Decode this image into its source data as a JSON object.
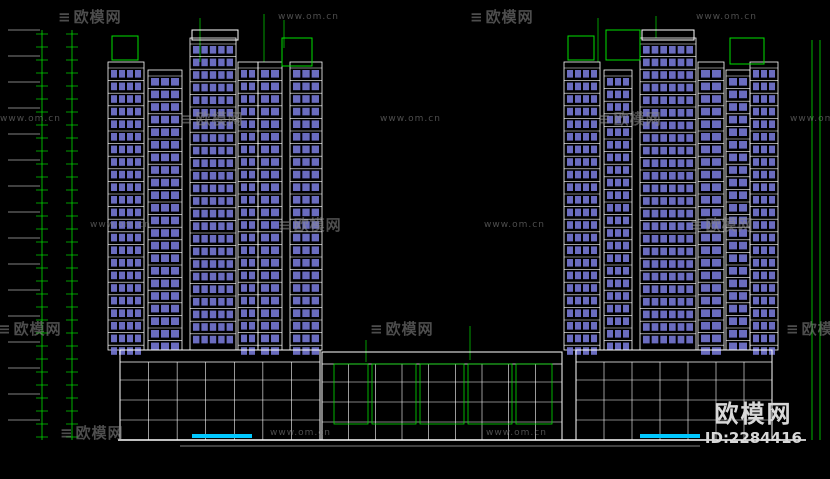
{
  "watermark": {
    "logo_text": "欧模网",
    "url_text": "www.om.cn",
    "url_text_alt": "www.om.cn"
  },
  "brand": {
    "name": "欧模网",
    "id_text": "ID:2284416"
  },
  "colors": {
    "background": "#000000",
    "building_line": "#ffffff",
    "window_fill": "#7d7fe0",
    "dimension_line": "#00e000",
    "ground_accent": "#00c8ff",
    "watermark": "#8c8c8c"
  }
}
